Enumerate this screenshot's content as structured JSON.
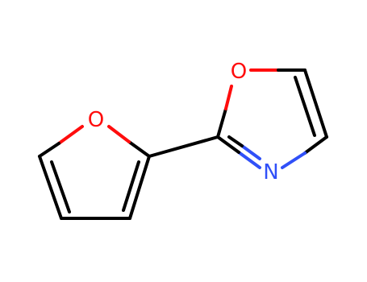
{
  "molecule": {
    "atoms": {
      "furan_oxygen": "O",
      "oxazole_oxygen": "O",
      "oxazole_nitrogen": "N"
    },
    "colors": {
      "bond": "#000000",
      "oxygen": "#ff0d0d",
      "nitrogen": "#3050f8",
      "background": "#ffffff"
    }
  }
}
